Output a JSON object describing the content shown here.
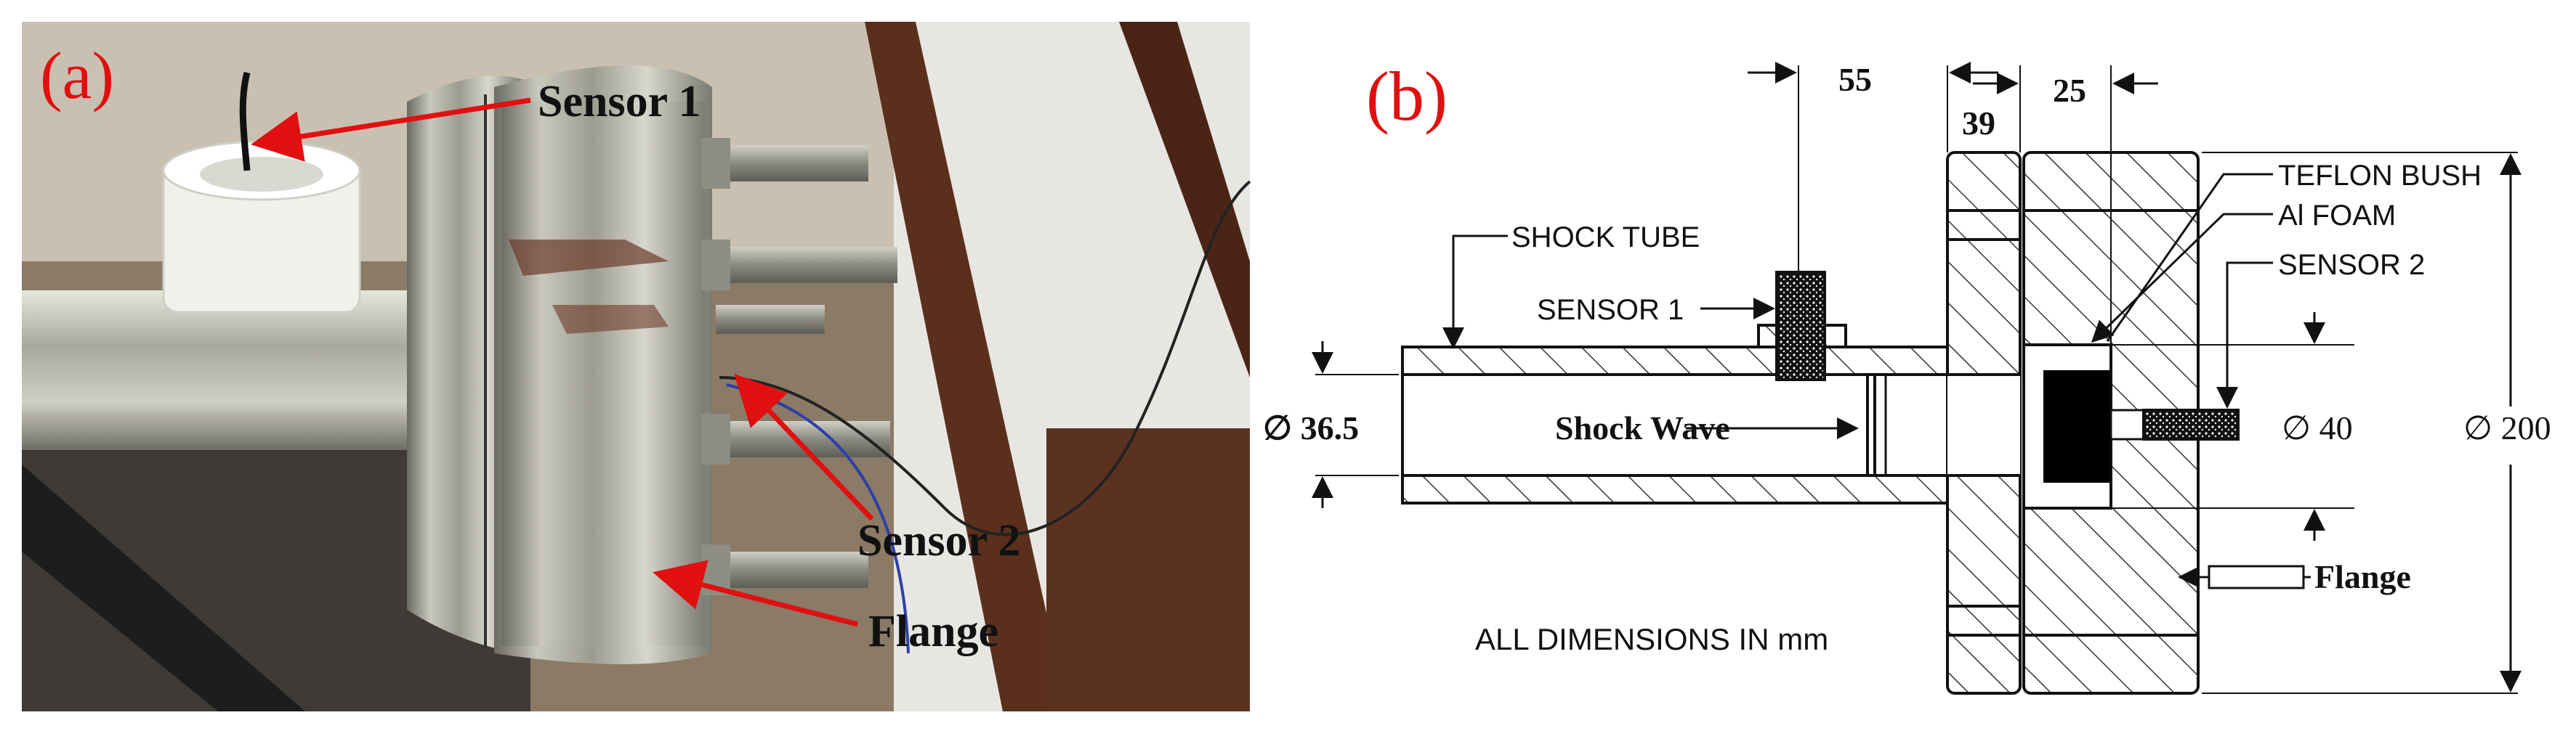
{
  "panel_a": {
    "label": "(a)",
    "callouts": {
      "sensor1": "Sensor 1",
      "sensor2": "Sensor 2",
      "flange": "Flange"
    }
  },
  "panel_b": {
    "label": "(b)",
    "dimensions": {
      "d55": "55",
      "d39": "39",
      "d25": "25",
      "dia_tube": "∅ 36.5",
      "dia_foam": "∅ 40",
      "dia_flange": "∅ 200"
    },
    "labels": {
      "shock_tube": "SHOCK TUBE",
      "sensor1": "SENSOR 1",
      "teflon_bush": "TEFLON BUSH",
      "al_foam": "Al FOAM",
      "sensor2": "SENSOR 2",
      "shock_wave": "Shock Wave",
      "flange": "Flange",
      "all_dims": "ALL DIMENSIONS IN  mm"
    }
  },
  "colors": {
    "callout_red": "#e01010",
    "label_red": "#e01010",
    "line": "#111111"
  }
}
